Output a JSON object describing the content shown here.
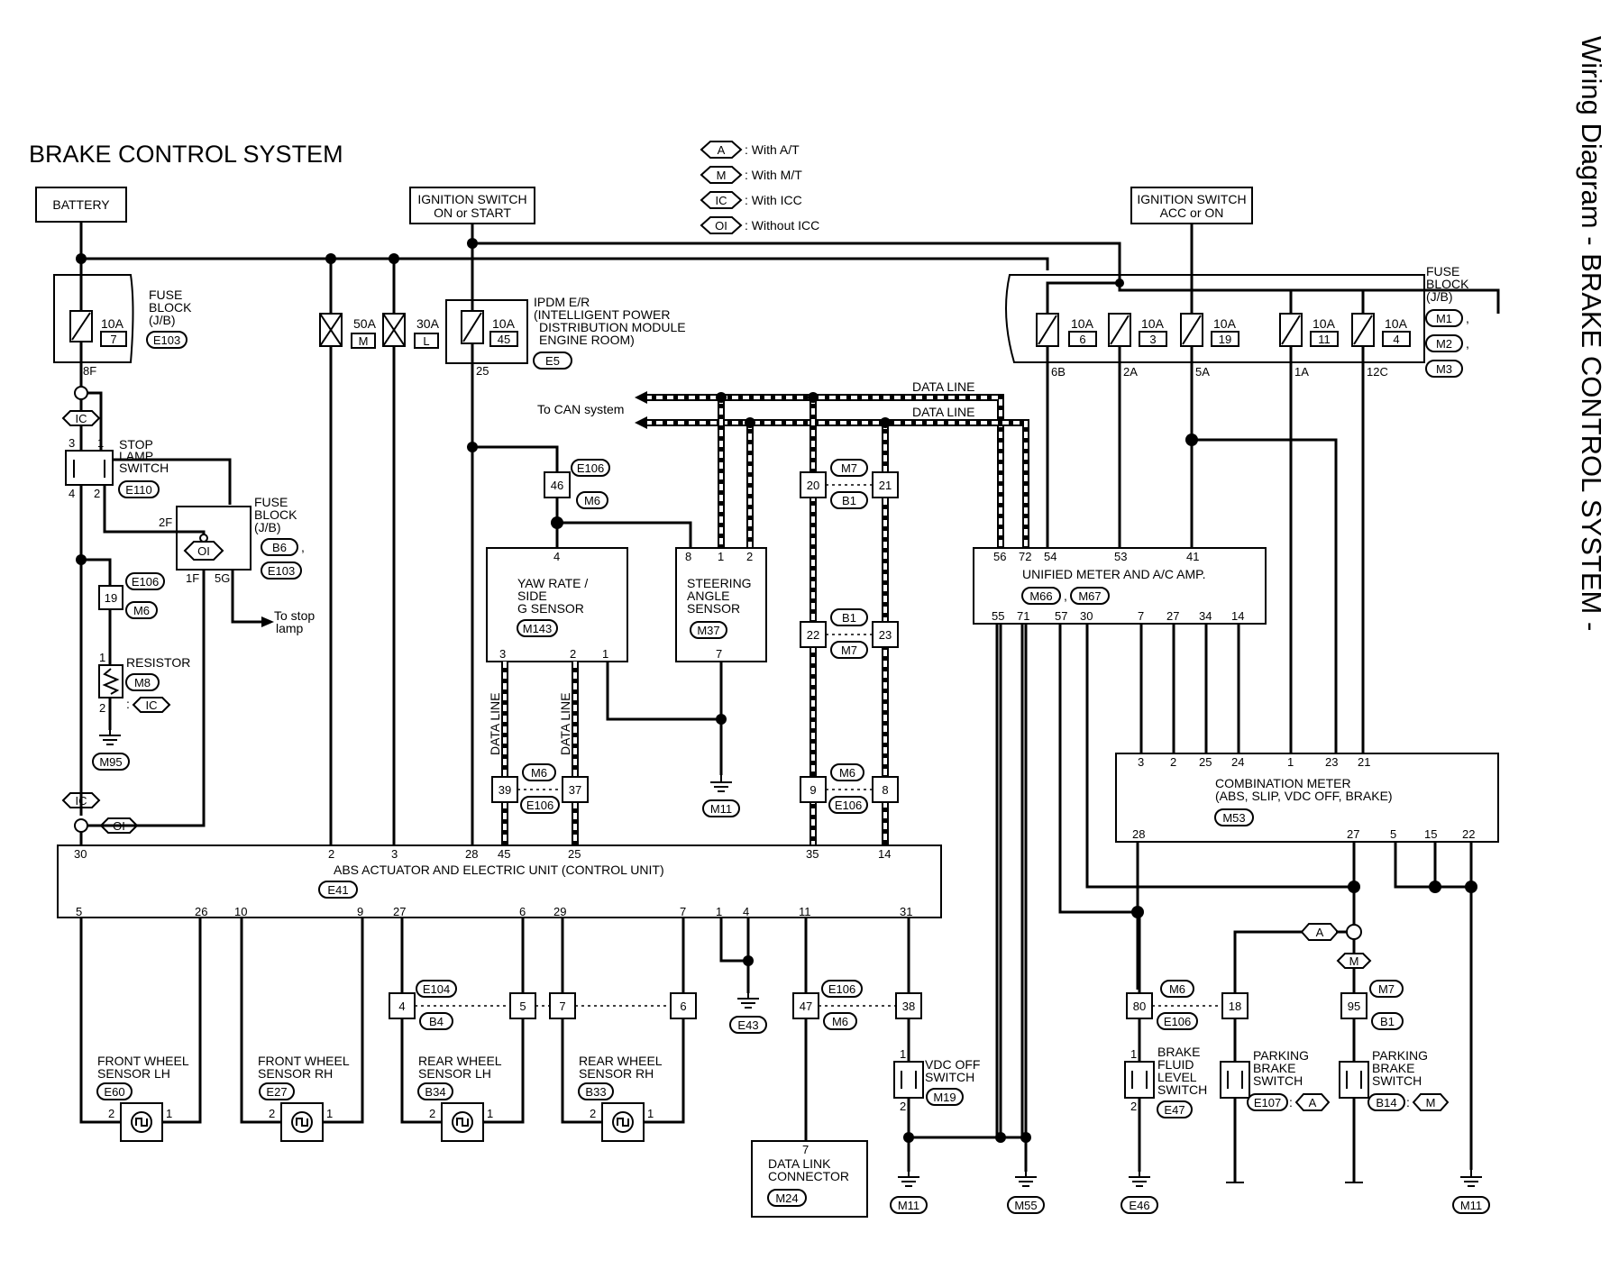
{
  "title": "BRAKE CONTROL SYSTEM",
  "side_title": "Wiring Diagram - BRAKE CONTROL SYSTEM -",
  "legend": [
    {
      "code": "A",
      "text": ": With A/T"
    },
    {
      "code": "M",
      "text": ": With M/T"
    },
    {
      "code": "IC",
      "text": ": With ICC"
    },
    {
      "code": "OI",
      "text": ": Without ICC"
    }
  ],
  "sources": {
    "battery": "BATTERY",
    "ign_on_1": "IGNITION SWITCH",
    "ign_on_2": "ON or START",
    "ign_acc_1": "IGNITION SWITCH",
    "ign_acc_2": "ACC or ON"
  },
  "fuse_block_left": {
    "l1": "FUSE",
    "l2": "BLOCK",
    "l3": "(J/B)",
    "amp": "10A",
    "num": "7",
    "conn": "E103",
    "pin": "8F"
  },
  "fusible_links": [
    {
      "amp": "50A",
      "code": "M"
    },
    {
      "amp": "30A",
      "code": "L"
    }
  ],
  "ipdm": {
    "amp": "10A",
    "num": "45",
    "l1": "IPDM E/R",
    "l2": "(INTELLIGENT POWER",
    "l3": "DISTRIBUTION MODULE",
    "l4": "ENGINE ROOM)",
    "conn": "E5",
    "pin": "25"
  },
  "fuse_block_right": {
    "l1": "FUSE",
    "l2": "BLOCK",
    "l3": "(J/B)",
    "conns": [
      "M1",
      "M2",
      "M3"
    ],
    "comma": ",",
    "fuses": [
      {
        "amp": "10A",
        "num": "6",
        "pin": "6B"
      },
      {
        "amp": "10A",
        "num": "3",
        "pin": "2A"
      },
      {
        "amp": "10A",
        "num": "19",
        "pin": "5A"
      },
      {
        "amp": "10A",
        "num": "11",
        "pin": "1A"
      },
      {
        "amp": "10A",
        "num": "4",
        "pin": "12C"
      }
    ]
  },
  "stop_lamp": {
    "l1": "STOP",
    "l2": "LAMP",
    "l3": "SWITCH",
    "conn": "E110",
    "p3": "3",
    "p1": "1",
    "p4": "4",
    "p2": "2",
    "ic": "IC"
  },
  "fuse_block_mid": {
    "l1": "FUSE",
    "l2": "BLOCK",
    "l3": "(J/B)",
    "oi": "OI",
    "c1": "B6",
    "comma": ",",
    "c2": "E103",
    "p2f": "2F",
    "p1f": "1F",
    "p5g": "5G",
    "to1": "To stop",
    "to2": "lamp"
  },
  "resistor": {
    "label": "RESISTOR",
    "conn": "M8",
    "colon": ":",
    "ic": "IC",
    "p1": "1",
    "p2": "2",
    "gnd": "M95",
    "jpin": "19",
    "jc1": "E106",
    "jc2": "M6"
  },
  "ic_lower": "IC",
  "oi_lower": "OI",
  "yaw": {
    "l1": "YAW RATE /",
    "l2": "SIDE",
    "l3": "G SENSOR",
    "conn": "M143",
    "p4": "4",
    "p3": "3",
    "p2": "2",
    "p1": "1"
  },
  "steering": {
    "l1": "STEERING",
    "l2": "ANGLE",
    "l3": "SENSOR",
    "conn": "M37",
    "p8": "8",
    "p1": "1",
    "p2": "2",
    "p7": "7"
  },
  "j46": {
    "pin": "46",
    "c1": "E106",
    "c2": "M6"
  },
  "can": {
    "to": "To CAN system",
    "dl1": "DATA LINE",
    "dl2": "DATA LINE",
    "dlv": "DATA LINE"
  },
  "j_m7b1": {
    "p20": "20",
    "p21": "21",
    "c1": "M7",
    "c2": "B1"
  },
  "j_b1m7": {
    "p22": "22",
    "p23": "23",
    "c1": "B1",
    "c2": "M7"
  },
  "j_m6_a": {
    "p39": "39",
    "p37": "37",
    "c1": "M6",
    "c2": "E106"
  },
  "j_m6_b": {
    "p9": "9",
    "p8": "8",
    "c1": "M6",
    "c2": "E106"
  },
  "gnd_m11_mid": "M11",
  "unified": {
    "l1": "UNIFIED METER AND A/C AMP.",
    "c1": "M66",
    "comma": ",",
    "c2": "M67",
    "top": [
      "56",
      "72",
      "54",
      "53",
      "41"
    ],
    "bot": [
      "55",
      "71",
      "57",
      "30",
      "7",
      "27",
      "34",
      "14"
    ]
  },
  "combo": {
    "l1": "COMBINATION METER",
    "l2": "(ABS, SLIP, VDC OFF, BRAKE)",
    "conn": "M53",
    "top": [
      "3",
      "2",
      "25",
      "24",
      "1",
      "23",
      "21"
    ],
    "bot": [
      "28",
      "27",
      "5",
      "15",
      "22"
    ]
  },
  "abs": {
    "l1": "ABS ACTUATOR AND ELECTRIC UNIT (CONTROL UNIT)",
    "conn": "E41",
    "top": [
      "30",
      "2",
      "3",
      "28",
      "45",
      "25",
      "35",
      "14"
    ],
    "bot": [
      "5",
      "26",
      "10",
      "9",
      "27",
      "6",
      "29",
      "7",
      "1",
      "4",
      "11",
      "31"
    ]
  },
  "wheels": [
    {
      "l1": "FRONT WHEEL",
      "l2": "SENSOR LH",
      "conn": "E60",
      "a": "2",
      "b": "1"
    },
    {
      "l1": "FRONT WHEEL",
      "l2": "SENSOR RH",
      "conn": "E27",
      "a": "2",
      "b": "1"
    },
    {
      "l1": "REAR WHEEL",
      "l2": "SENSOR LH",
      "conn": "B34",
      "a": "2",
      "b": "1"
    },
    {
      "l1": "REAR WHEEL",
      "l2": "SENSOR RH",
      "conn": "B33",
      "a": "2",
      "b": "1"
    }
  ],
  "j_e104": {
    "p4": "4",
    "p5": "5",
    "p7": "7",
    "p6": "6",
    "c1": "E104",
    "c2": "B4"
  },
  "gnd_e43": "E43",
  "j_e106_low": {
    "p47": "47",
    "p38": "38",
    "c1": "E106",
    "c2": "M6"
  },
  "dlc": {
    "pin": "7",
    "l1": "DATA LINK",
    "l2": "CONNECTOR",
    "conn": "M24"
  },
  "vdc": {
    "l1": "VDC OFF",
    "l2": "SWITCH",
    "conn": "M19",
    "p1": "1",
    "p2": "2"
  },
  "grounds_bottom": [
    "M11",
    "M55",
    "E46",
    "M11"
  ],
  "j_80_18": {
    "p80": "80",
    "p18": "18",
    "c1": "M6",
    "c2": "E106"
  },
  "j_95": {
    "p95": "95",
    "c1": "M7",
    "c2": "B1"
  },
  "brake_fluid": {
    "l1": "BRAKE",
    "l2": "FLUID",
    "l3": "LEVEL",
    "l4": "SWITCH",
    "conn": "E47",
    "p1": "1",
    "p2": "2"
  },
  "park_at": {
    "l1": "PARKING",
    "l2": "BRAKE",
    "l3": "SWITCH",
    "conn": "E107",
    "colon": ":",
    "code": "A"
  },
  "park_mt": {
    "l1": "PARKING",
    "l2": "BRAKE",
    "l3": "SWITCH",
    "conn": "B14",
    "colon": ":",
    "code": "M"
  },
  "am_a": "A",
  "am_m": "M"
}
